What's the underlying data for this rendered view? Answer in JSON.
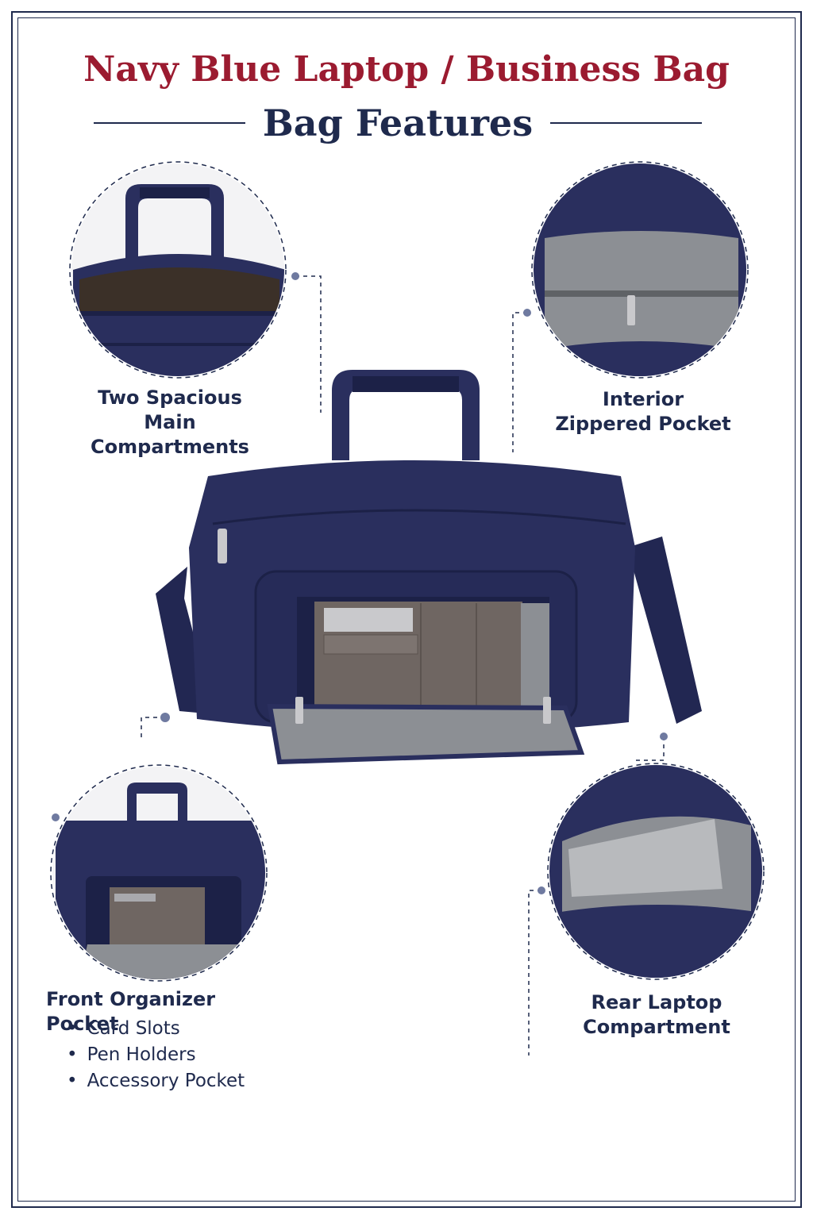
{
  "header": {
    "title": "Navy Blue Laptop / Business Bag",
    "subtitle": "Bag Features"
  },
  "features": {
    "main_compartments": {
      "line1": "Two Spacious",
      "line2": "Main Compartments"
    },
    "interior_pocket": {
      "line1": "Interior",
      "line2": "Zippered Pocket"
    },
    "front_organizer": {
      "heading": "Front Organizer Pocket",
      "bullets": [
        "Card Slots",
        "Pen Holders",
        "Accessory Pocket"
      ]
    },
    "rear_laptop": {
      "line1": "Rear Laptop",
      "line2": "Compartment"
    }
  },
  "colors": {
    "title": "#9b1b30",
    "navy": "#1f2a4d",
    "bag": "#2a2f5e",
    "lining": "#8c8f94",
    "organizer": "#6f6662"
  },
  "icons": [
    "bag-handle-closeup",
    "interior-zipper-closeup",
    "front-organizer-closeup",
    "rear-laptop-closeup",
    "main-bag-photo"
  ]
}
